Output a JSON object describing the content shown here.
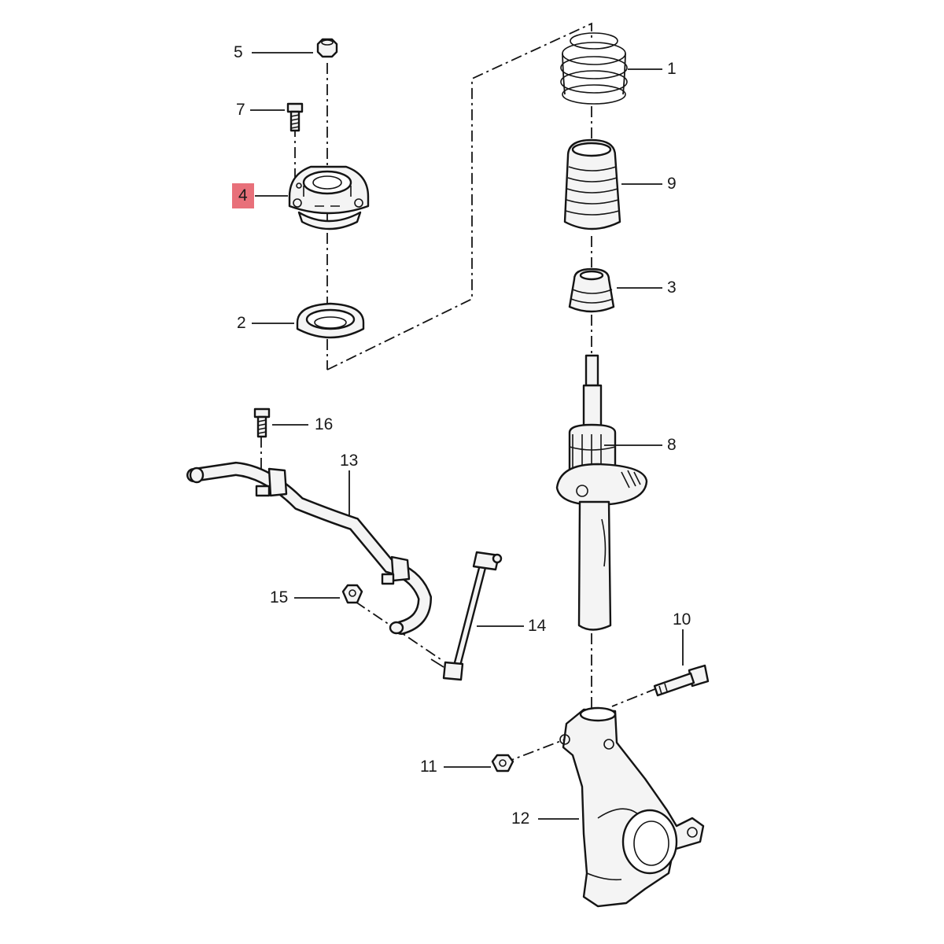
{
  "callouts": [
    {
      "id": "1",
      "text": "1"
    },
    {
      "id": "2",
      "text": "2"
    },
    {
      "id": "3",
      "text": "3"
    },
    {
      "id": "4",
      "text": "4",
      "highlighted": true
    },
    {
      "id": "5",
      "text": "5"
    },
    {
      "id": "7",
      "text": "7"
    },
    {
      "id": "8",
      "text": "8"
    },
    {
      "id": "9",
      "text": "9"
    },
    {
      "id": "10",
      "text": "10"
    },
    {
      "id": "11",
      "text": "11"
    },
    {
      "id": "12",
      "text": "12"
    },
    {
      "id": "13",
      "text": "13"
    },
    {
      "id": "14",
      "text": "14"
    },
    {
      "id": "15",
      "text": "15"
    },
    {
      "id": "16",
      "text": "16"
    }
  ],
  "colors": {
    "highlight": "#e8707a",
    "line": "#141414",
    "background": "#ffffff"
  }
}
